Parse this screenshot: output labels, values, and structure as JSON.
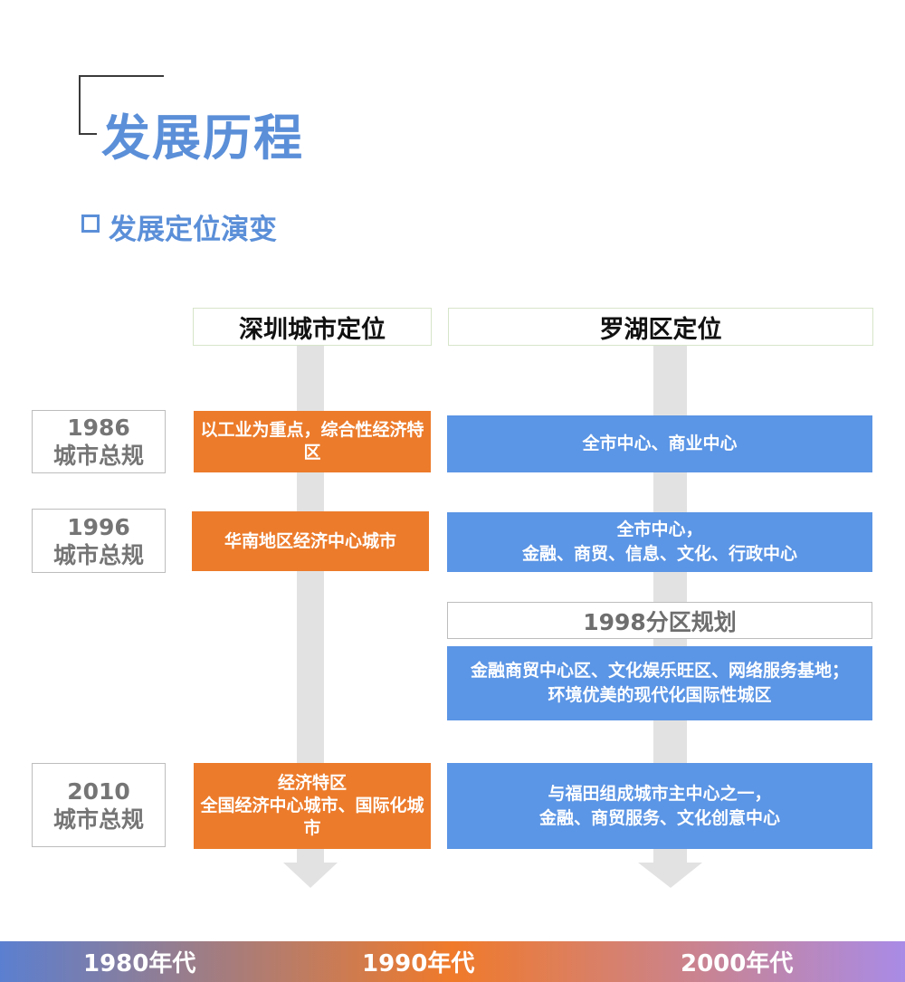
{
  "header": {
    "title": "发展历程",
    "section_title": "发展定位演变"
  },
  "columns": {
    "city": "深圳城市定位",
    "luohu": "罗湖区定位"
  },
  "rows": [
    {
      "year": "1986",
      "plan": "城市总规",
      "city_position": "以工业为重点，综合性经济特区",
      "luohu_position": [
        "全市中心、商业中心"
      ]
    },
    {
      "year": "1996",
      "plan": "城市总规",
      "city_position": "华南地区经济中心城市",
      "luohu_position": [
        "全市中心，",
        "金融、商贸、信息、文化、行政中心"
      ]
    },
    {
      "year": "2010",
      "plan": "城市总规",
      "city_position": [
        "经济特区",
        "全国经济中心城市、国际化城市"
      ],
      "luohu_position": [
        "与福田组成城市主中心之一，",
        "金融、商贸服务、文化创意中心"
      ]
    }
  ],
  "district_plan": {
    "label": "1998分区规划",
    "content": [
      "金融商贸中心区、文化娱乐旺区、网络服务基地；",
      "环境优美的现代化国际性城区"
    ]
  },
  "timeline": [
    "1980年代",
    "1990年代",
    "2000年代"
  ],
  "colors": {
    "accent": "#5b8fd8",
    "orange": "#ec7b2b",
    "blue": "#5b95e5",
    "arrow": "#e0e0e0",
    "timeline_gradient": [
      "#5b7fd0",
      "#f07a2a",
      "#a98be6"
    ]
  }
}
